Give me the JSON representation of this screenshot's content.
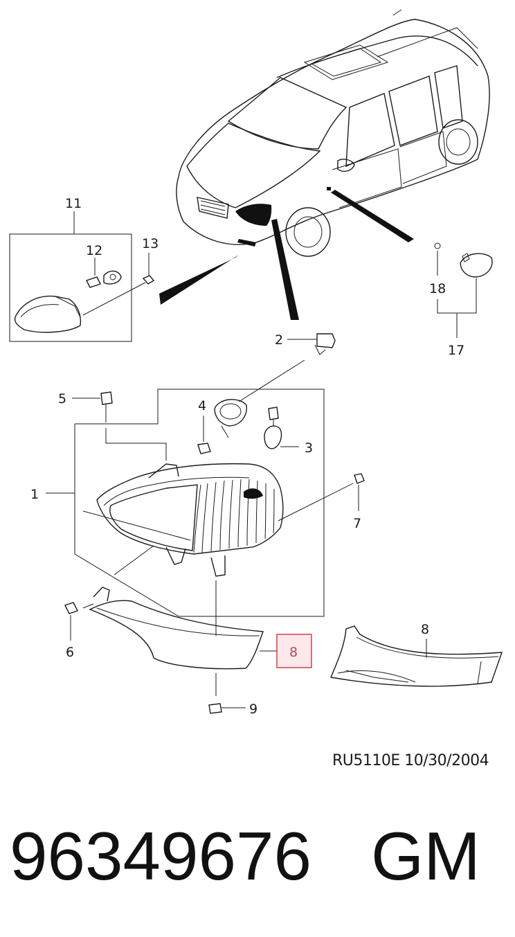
{
  "diagram": {
    "callouts": {
      "c1": "1",
      "c2": "2",
      "c3": "3",
      "c4": "4",
      "c5": "5",
      "c6": "6",
      "c7": "7",
      "c8_main": "8",
      "c8_highlight": "8",
      "c8_alt": "8",
      "c9": "9",
      "c11": "11",
      "c12": "12",
      "c13": "13",
      "c17": "17",
      "c18": "18"
    },
    "highlight_color": "#cc3344"
  },
  "footer": {
    "reference_code": "RU5110E  10/30/2004",
    "part_number": "96349676",
    "brand": "GM"
  }
}
